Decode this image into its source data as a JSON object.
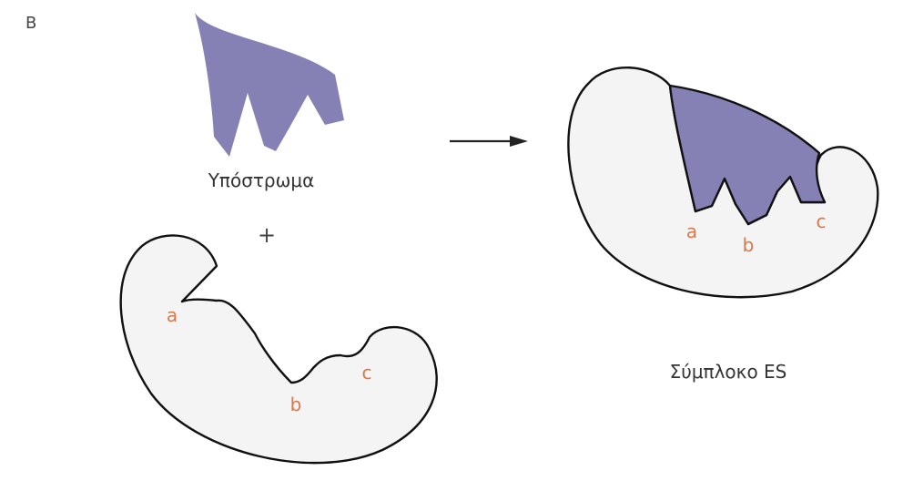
{
  "panel_label": "B",
  "substrate": {
    "label": "Υπόστρωμα"
  },
  "plus_sign": "+",
  "complex": {
    "label": "Σύμπλοκο ES"
  },
  "binding_sites": {
    "a": "a",
    "b": "b",
    "c": "c"
  },
  "colors": {
    "substrate_fill": "#8681b4",
    "enzyme_fill": "#f4f4f4",
    "outline": "#111111",
    "site_label": "#d9784a",
    "arrow": "#222222"
  }
}
